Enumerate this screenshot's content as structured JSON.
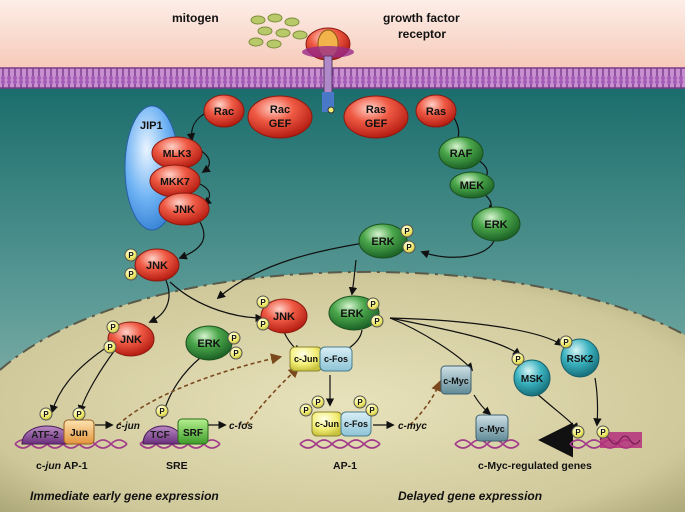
{
  "labels": {
    "mitogen": "mitogen",
    "growth_factor_receptor": "growth factor\nreceptor",
    "jip1": "JIP1",
    "rac": "Rac",
    "rac_gef": "Rac\nGEF",
    "ras_gef": "Ras\nGEF",
    "ras": "Ras",
    "mlk3": "MLK3",
    "mkk7": "MKK7",
    "jnk": "JNK",
    "raf": "RAF",
    "mek": "MEK",
    "erk": "ERK",
    "p": "P",
    "atf2": "ATF-2",
    "jun": "Jun",
    "tcf": "TCF",
    "srf": "SRF",
    "c_jun": "c-Jun",
    "c_fos": "c-Fos",
    "c_myc": "c-Myc",
    "msk": "MSK",
    "rsk2": "RSK2",
    "c_jun_gene": "c-jun",
    "c_fos_gene": "c-fos",
    "c_myc_gene": "c-myc",
    "cjun_ap1": "c-jun AP-1",
    "sre": "SRE",
    "ap1": "AP-1",
    "myc_genes": "c-Myc-regulated genes",
    "immediate": "Immediate early gene expression",
    "delayed": "Delayed gene expression"
  },
  "colors": {
    "red": "#e8392a",
    "green": "#2e8b3a",
    "teal": "#2aa6b4",
    "yellow": "#f4f07a",
    "purple": "#8c4a9c",
    "blue": "#2f6fd0"
  }
}
